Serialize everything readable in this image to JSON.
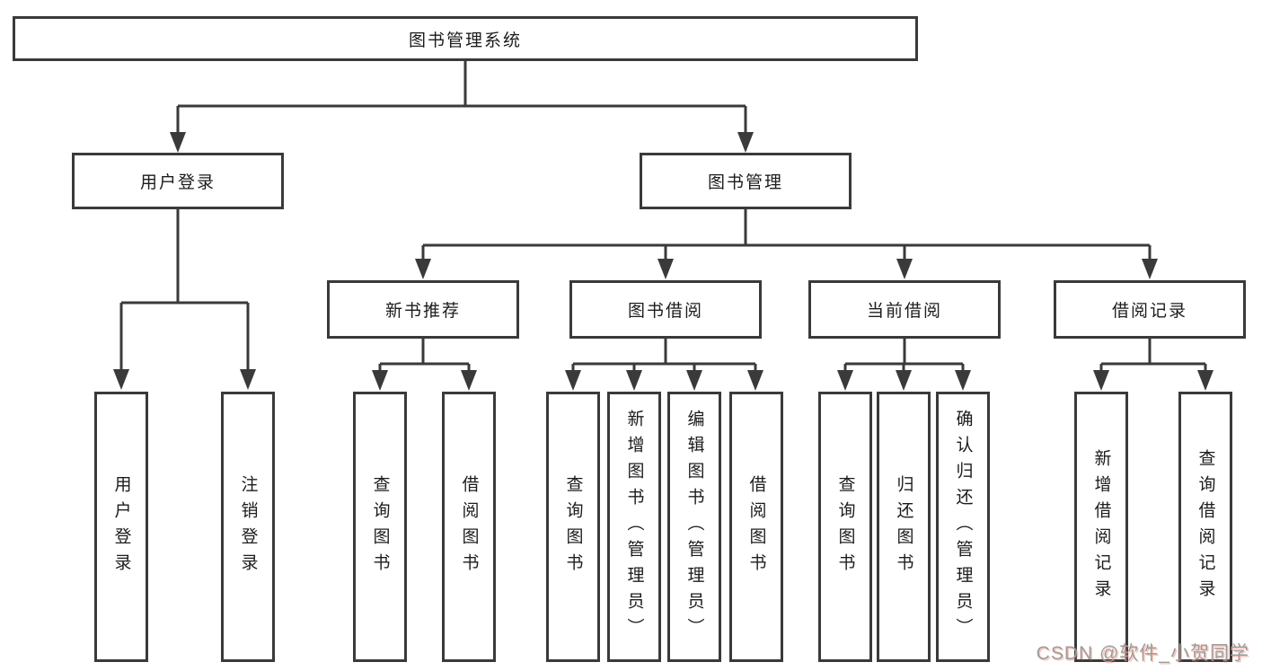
{
  "diagram": {
    "root": {
      "label": "图书管理系统"
    },
    "level2": [
      {
        "label": "用户登录"
      },
      {
        "label": "图书管理"
      }
    ],
    "level3": [
      {
        "label": "新书推荐"
      },
      {
        "label": "图书借阅"
      },
      {
        "label": "当前借阅"
      },
      {
        "label": "借阅记录"
      }
    ],
    "level4": [
      {
        "label": "用户登录"
      },
      {
        "label": "注销登录"
      },
      {
        "label": "查询图书"
      },
      {
        "label": "借阅图书"
      },
      {
        "label": "查询图书"
      },
      {
        "label": "新增图书（管理员）"
      },
      {
        "label": "编辑图书（管理员）"
      },
      {
        "label": "借阅图书"
      },
      {
        "label": "查询图书"
      },
      {
        "label": "归还图书"
      },
      {
        "label": "确认归还（管理员）"
      },
      {
        "label": "新增借阅记录"
      },
      {
        "label": "查询借阅记录"
      }
    ]
  },
  "watermark": {
    "text": "CSDN @软件_小贺同学"
  },
  "colors": {
    "line": "#3a3a3a",
    "box_border": "#3a3a3a",
    "text": "#1c1c1c",
    "background": "#ffffff",
    "watermark_gray": "#9c9c9c",
    "watermark_accent": "#fc5531"
  }
}
